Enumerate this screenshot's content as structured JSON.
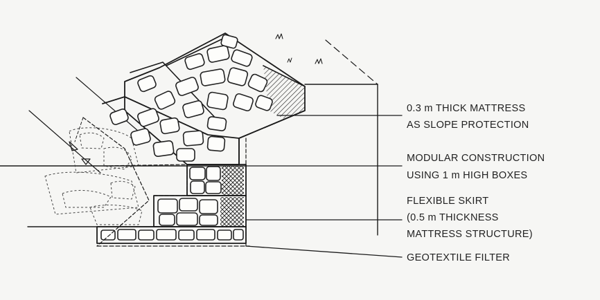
{
  "labels": {
    "mattress_line1": "0.3 m THICK MATTRESS",
    "mattress_line2": "AS SLOPE PROTECTION",
    "modular_line1": "MODULAR CONSTRUCTION",
    "modular_line2": "USING 1 m HIGH BOXES",
    "skirt_line1": "FLEXIBLE SKIRT",
    "skirt_line2": "(0.5 m THICKNESS",
    "skirt_line3": "MATTRESS STRUCTURE)",
    "geotextile": "GEOTEXTILE FILTER"
  },
  "colors": {
    "ink": "#1a1a1a",
    "paper": "#f6f6f4"
  }
}
